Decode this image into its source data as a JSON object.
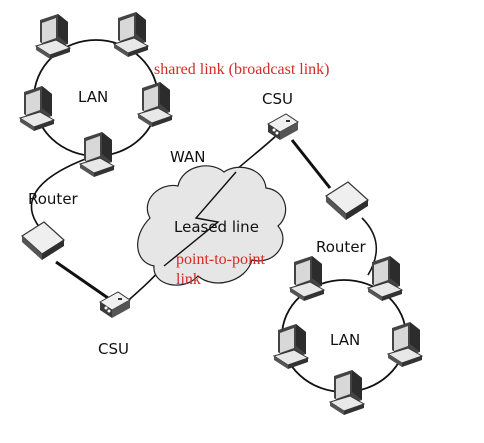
{
  "labels": {
    "lan_top": "LAN",
    "shared_link": "shared  link (broadcast link)",
    "csu_top": "CSU",
    "wan": "WAN",
    "router_left": "Router",
    "leased_line": "Leased line",
    "router_right": "Router",
    "p2p_line1": "point-to-point",
    "p2p_line2": "link",
    "csu_bottom": "CSU",
    "lan_bottom": "LAN"
  },
  "colors": {
    "annotation_red": "#d42a2a",
    "cloud_fill": "#e6e6e6",
    "device_dark": "#3a3a3a",
    "device_light": "#efefef"
  }
}
